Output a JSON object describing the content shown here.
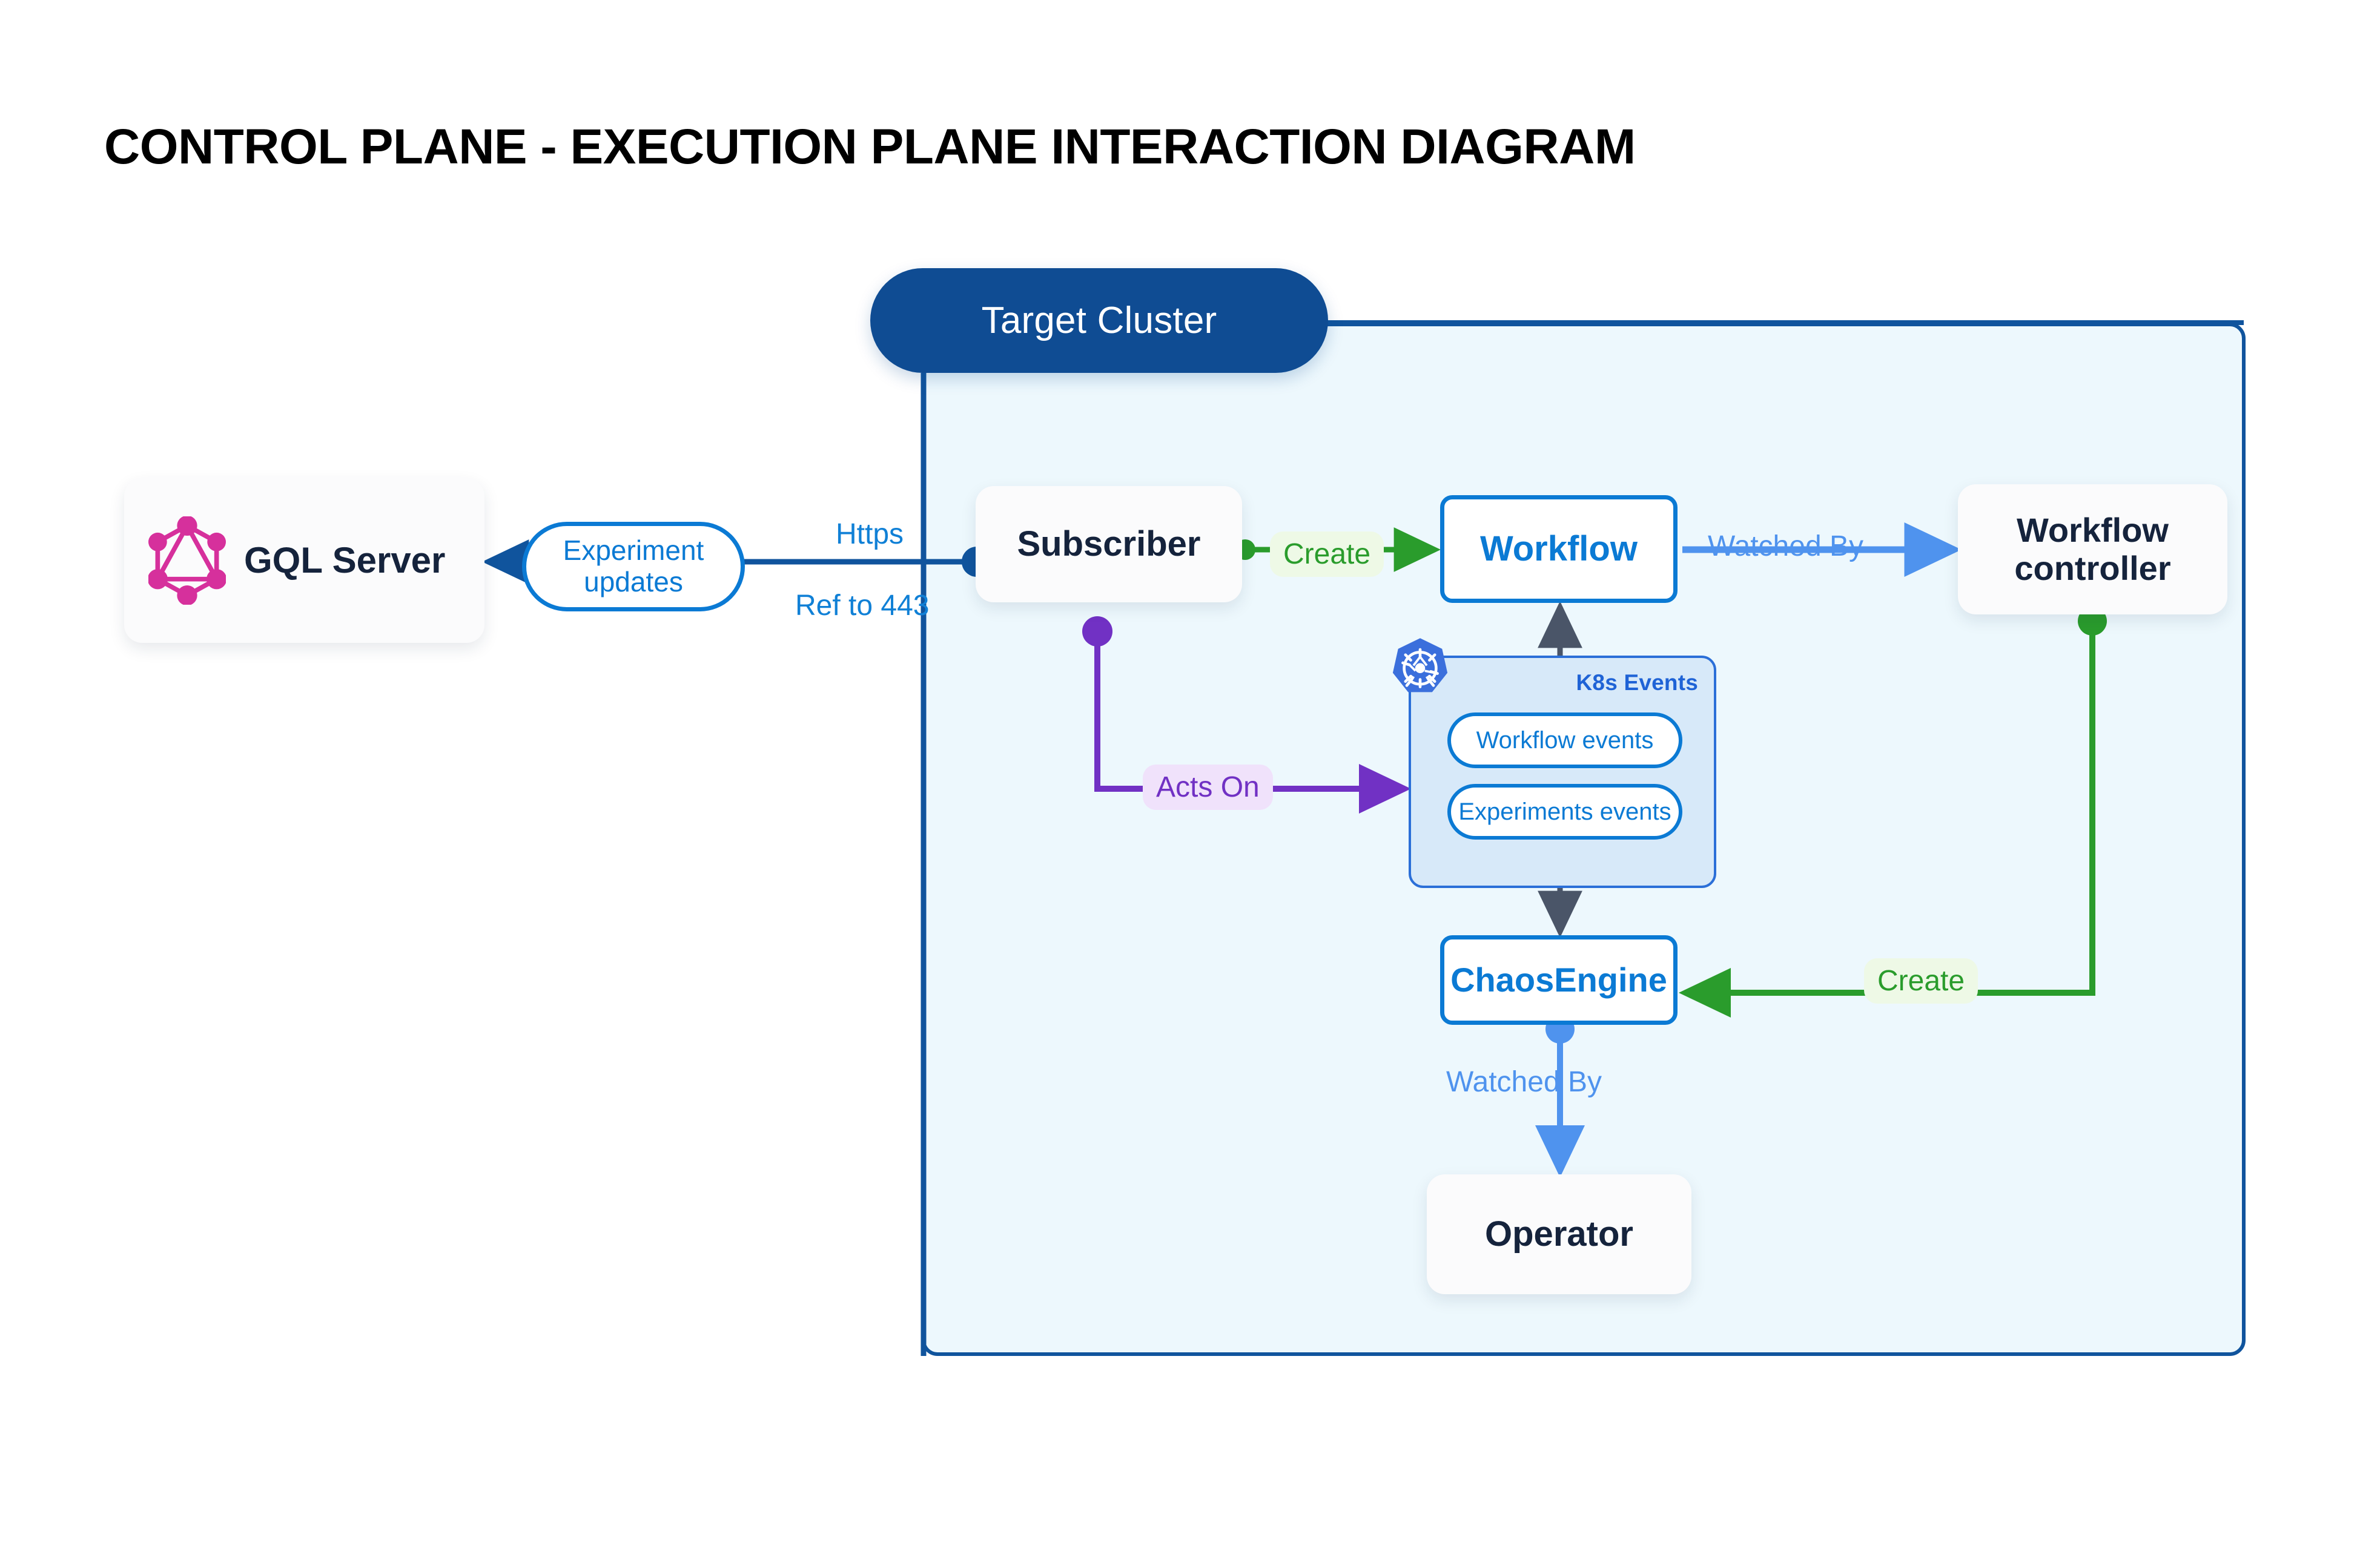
{
  "page": {
    "title": "CONTROL PLANE - EXECUTION PLANE INTERACTION DIAGRAM"
  },
  "cluster": {
    "pill_label": "Target Cluster",
    "panel_fill": "#edf8fd",
    "panel_border": "#10549d",
    "pill_fill": "#0f4c93"
  },
  "nodes": {
    "gql_server": {
      "label": "GQL Server",
      "icon": "graphql-logo",
      "icon_color": "#d6309c"
    },
    "subscriber": {
      "label": "Subscriber"
    },
    "workflow": {
      "label": "Workflow",
      "accent": "#0b7ad4"
    },
    "workflow_controller": {
      "label": "Workflow\ncontroller"
    },
    "chaosengine": {
      "label": "ChaosEngine",
      "accent": "#0b7ad4"
    },
    "operator": {
      "label": "Operator"
    }
  },
  "k8s_events": {
    "title": "K8s Events",
    "icon": "kubernetes-logo",
    "icon_color": "#3b6fdc",
    "group_fill": "#d7e9f9",
    "group_border": "#2b6fd8",
    "pills": [
      {
        "label": "Workflow events"
      },
      {
        "label": "Experiments events"
      }
    ]
  },
  "edges": {
    "experiment_updates": {
      "label": "Experiment updates",
      "line1": "Experiment",
      "line2": "updates",
      "color": "#0b7ad4"
    },
    "https": {
      "label": "Https",
      "color": "#1080d6"
    },
    "ref_to_443": {
      "label": "Ref to 443",
      "color": "#1080d6"
    },
    "create_workflow": {
      "label": "Create",
      "color": "#2a9c2c"
    },
    "watched_by_top": {
      "label": "Watched By",
      "color": "#4f93ee"
    },
    "acts_on": {
      "label": "Acts On",
      "color": "#7131c4"
    },
    "create_chaosengine": {
      "label": "Create",
      "color": "#2a9c2c"
    },
    "watched_by_bottom": {
      "label": "Watched By",
      "color": "#4f93ee"
    }
  },
  "colors": {
    "dark_navy": "#0f4c93",
    "blue": "#0b7ad4",
    "light_blue": "#4f93ee",
    "green": "#2a9c2c",
    "purple": "#7131c4",
    "slate": "#4a5568",
    "text_dark": "#15233c",
    "magenta": "#d6309c"
  }
}
